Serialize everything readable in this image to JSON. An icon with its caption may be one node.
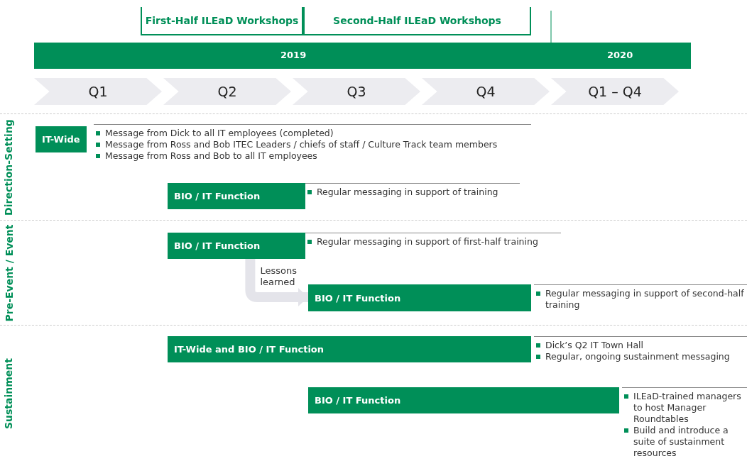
{
  "diagram": {
    "nodes": [
      {
        "text": [
          "First-Half ILEaD Workshops"
        ]
      },
      {
        "text": [
          "Second-Half ILEaD Workshops"
        ]
      },
      {
        "text": [
          "2019",
          "2020"
        ]
      },
      {
        "text": [
          "Q1"
        ]
      },
      {
        "text": [
          "Q2"
        ]
      },
      {
        "text": [
          "Q3"
        ]
      },
      {
        "text": [
          "Q4"
        ]
      },
      {
        "text": [
          "Q1 – Q4"
        ]
      },
      {
        "text": [
          "Direction-Setting"
        ]
      },
      {
        "text": [
          "Pre-Event / Event"
        ]
      },
      {
        "text": [
          "Sustainment"
        ]
      },
      {
        "text": [
          "IT-Wide"
        ],
        "in": 8,
        "beside": [
          "Message from Dick to all IT employees (completed)",
          "Message from Ross and Bob ITEC Leaders / chiefs of staff / Culture Track team members",
          "Message from Ross and Bob to all IT employees"
        ]
      },
      {
        "text": [
          "BIO / IT Function"
        ],
        "in": 8,
        "beside": [
          "Regular messaging in support of training"
        ]
      },
      {
        "text": [
          "BIO / IT Function"
        ],
        "in": 9,
        "beside": [
          "Regular messaging in support of first-half training"
        ]
      },
      {
        "text": [
          "BIO / IT Function"
        ],
        "in": 9,
        "beside": [
          "Regular messaging in support of second-half training"
        ]
      },
      {
        "text": [
          "IT-Wide and BIO / IT Function"
        ],
        "in": 10,
        "beside": [
          "Dick’s Q2 IT Town Hall",
          "Regular, ongoing sustainment messaging"
        ]
      },
      {
        "text": [
          "BIO / IT Function"
        ],
        "in": 10,
        "beside": [
          "ILEaD-trained managers to host Manager Roundtables",
          "Build and introduce a suite of sustainment resources"
        ]
      }
    ],
    "edges": [
      {
        "from": 13,
        "to": 14,
        "arrow": "to",
        "label": "Lessons learned"
      }
    ]
  }
}
